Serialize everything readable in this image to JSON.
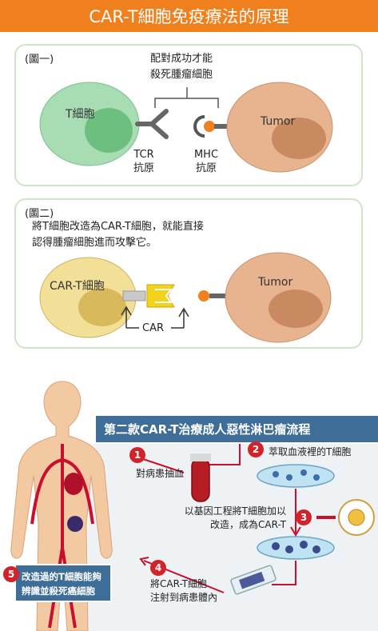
{
  "title": "CAR-T細胞免疫療法的原理",
  "fig1": {
    "label": "(圖一)",
    "match_line1": "配對成功才能",
    "match_line2": "殺死腫瘤細胞",
    "tcell": "T細胞",
    "tumor": "Tumor",
    "tcr_line1": "TCR",
    "tcr_line2": "抗原",
    "mhc_line1": "MHC",
    "mhc_line2": "抗原"
  },
  "fig2": {
    "label": "(圖二)",
    "desc_line1": "將T細胞改造為CAR-T細胞，就能直接",
    "desc_line2": "認得腫瘤細胞進而攻擊它。",
    "cart": "CAR-T細胞",
    "tumor": "Tumor",
    "car": "CAR"
  },
  "process": {
    "banner": "第二款CAR-T治療成人惡性淋巴瘤流程",
    "step1_num": "1",
    "step1": "對病患抽血",
    "step2_num": "2",
    "step2": "萃取血液裡的T細胞",
    "step3_num": "3",
    "step3_line1": "以基因工程將T細胞加以",
    "step3_line2": "改造，成為CAR-T",
    "step4_num": "4",
    "step4_line1": "將CAR-T細胞",
    "step4_line2": "注射到病患體內",
    "step5_num": "5",
    "step5_line1": "改造過的T細胞能夠",
    "step5_line2": "辨識並殺死癌細胞"
  },
  "colors": {
    "title_bg": "#f07f1e",
    "banner_bg": "#3e6e98",
    "step_num": "#d2232a",
    "tcell_green": "#8fd3a0",
    "tumor_tan": "#e7b48d",
    "cart_yellow": "#efd98a"
  }
}
